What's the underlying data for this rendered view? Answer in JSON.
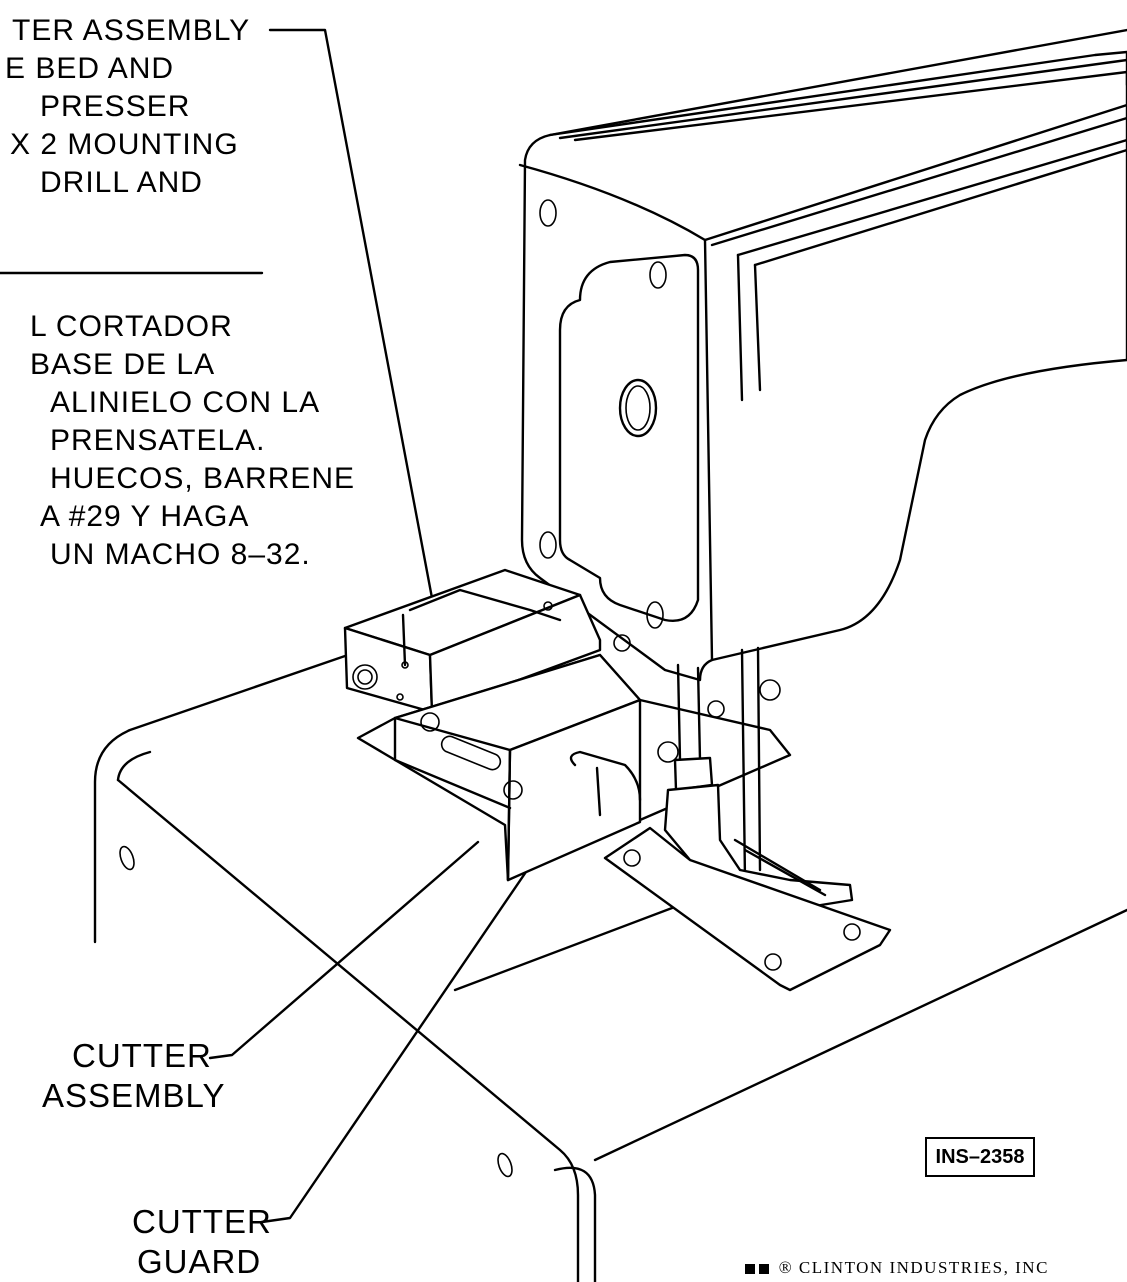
{
  "english_instructions": [
    "TER  ASSEMBLY",
    "E  BED  AND",
    "PRESSER",
    "X  2  MOUNTING",
    "DRILL  AND"
  ],
  "spanish_instructions": [
    "L  CORTADOR",
    "BASE  DE  LA",
    "ALINIELO  CON  LA",
    "PRENSATELA.",
    "HUECOS,  BARRENE",
    "A  #29  Y  HAGA",
    "UN  MACHO  8–32."
  ],
  "labels": {
    "cutter_assembly": [
      "CUTTER",
      "ASSEMBLY"
    ],
    "cutter_guard": [
      "CUTTER",
      "GUARD"
    ]
  },
  "drawing_number": "INS–2358",
  "footer": "® CLINTON INDUSTRIES, INC"
}
